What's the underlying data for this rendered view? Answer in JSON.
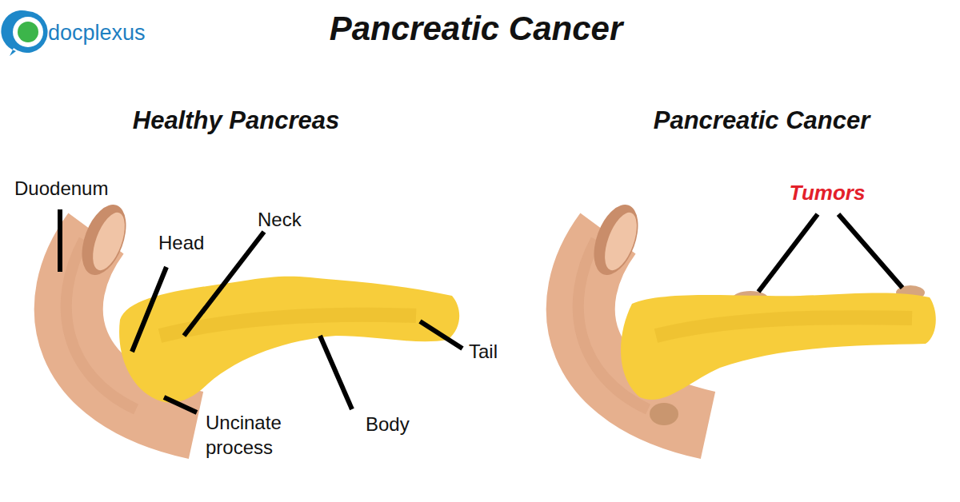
{
  "diagram": {
    "title": "Pancreatic Cancer",
    "labels": [
      "docplexus",
      "Healthy Pancreas",
      "Pancreatic Cancer",
      "Duodenum",
      "Head",
      "Neck",
      "Tail",
      "Uncinate process",
      "Body",
      "Tumors"
    ]
  }
}
